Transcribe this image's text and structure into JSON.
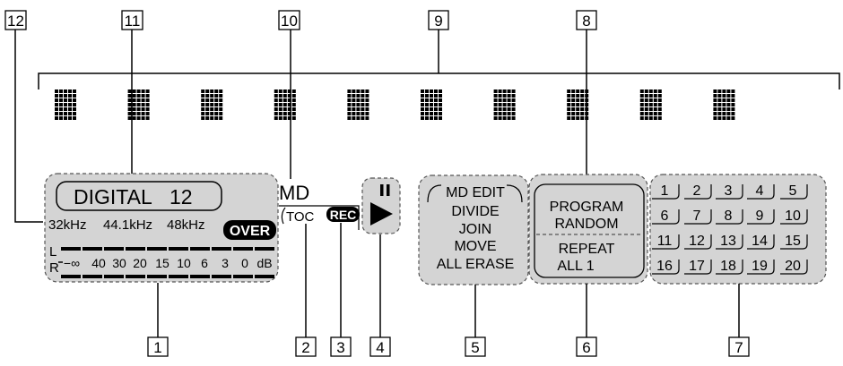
{
  "callouts": {
    "c1": "1",
    "c2": "2",
    "c3": "3",
    "c4": "4",
    "c5": "5",
    "c6": "6",
    "c7": "7",
    "c8": "8",
    "c9": "9",
    "c10": "10",
    "c11": "11",
    "c12": "12"
  },
  "digital": {
    "label": "DIGITAL",
    "number": "12"
  },
  "sample_rates": [
    "32kHz",
    "44.1kHz",
    "48kHz"
  ],
  "over": "OVER",
  "meter": {
    "channel_left": "L",
    "channel_right": "R",
    "scale": [
      "−∞",
      "40",
      "30",
      "20",
      "15",
      "10",
      "6",
      "3",
      "0",
      "dB"
    ]
  },
  "disc": {
    "md": "MD",
    "toc": "TOC",
    "rec": "REC"
  },
  "edit": {
    "title": "MD EDIT",
    "items": [
      "DIVIDE",
      "JOIN",
      "MOVE",
      "ALL ERASE"
    ]
  },
  "play_mode": {
    "program": "PROGRAM",
    "random": "RANDOM",
    "repeat": "REPEAT",
    "all_one": "ALL 1"
  },
  "tracks": [
    "1",
    "2",
    "3",
    "4",
    "5",
    "6",
    "7",
    "8",
    "9",
    "10",
    "11",
    "12",
    "13",
    "14",
    "15",
    "16",
    "17",
    "18",
    "19",
    "20"
  ],
  "char_cell_count": 10,
  "colors": {
    "panel": "#d4d4d4",
    "badge": "#000000",
    "ink": "#000000"
  }
}
